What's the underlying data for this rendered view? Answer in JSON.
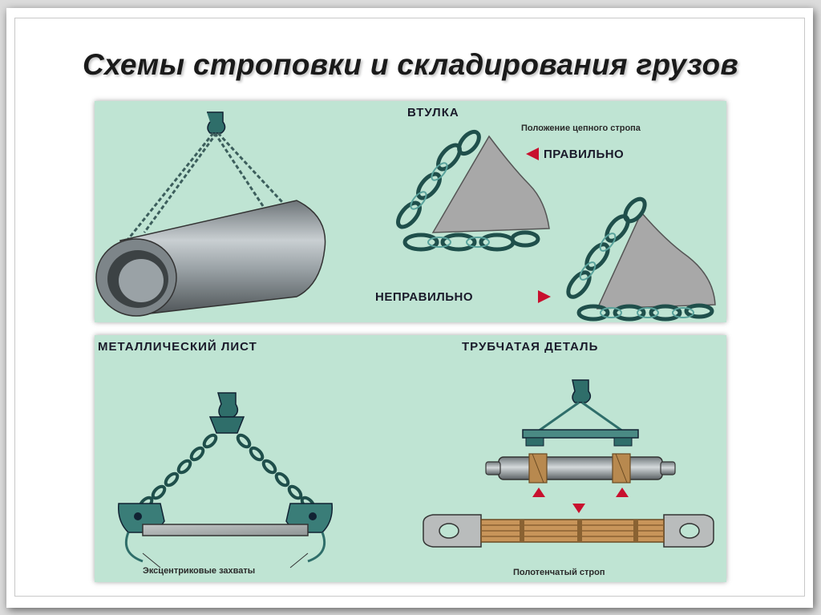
{
  "slide": {
    "title": "Схемы строповки и складирования грузов"
  },
  "top_panel": {
    "heading": "ВТУЛКА",
    "chain_position_label": "Положение цепного стропа",
    "correct_label": "ПРАВИЛЬНО",
    "incorrect_label": "НЕПРАВИЛЬНО"
  },
  "bottom_panel": {
    "sheet_heading": "МЕТАЛЛИЧЕСКИЙ ЛИСТ",
    "sheet_caption": "Эксцентриковые захваты",
    "tube_heading": "ТРУБЧАТАЯ ДЕТАЛЬ",
    "tube_caption": "Полотенчатый строп"
  },
  "colors": {
    "panel_bg": "#bfe4d3",
    "chain": "#2f6e6a",
    "arrow_red": "#c8102e",
    "metal": "#8e969a"
  }
}
